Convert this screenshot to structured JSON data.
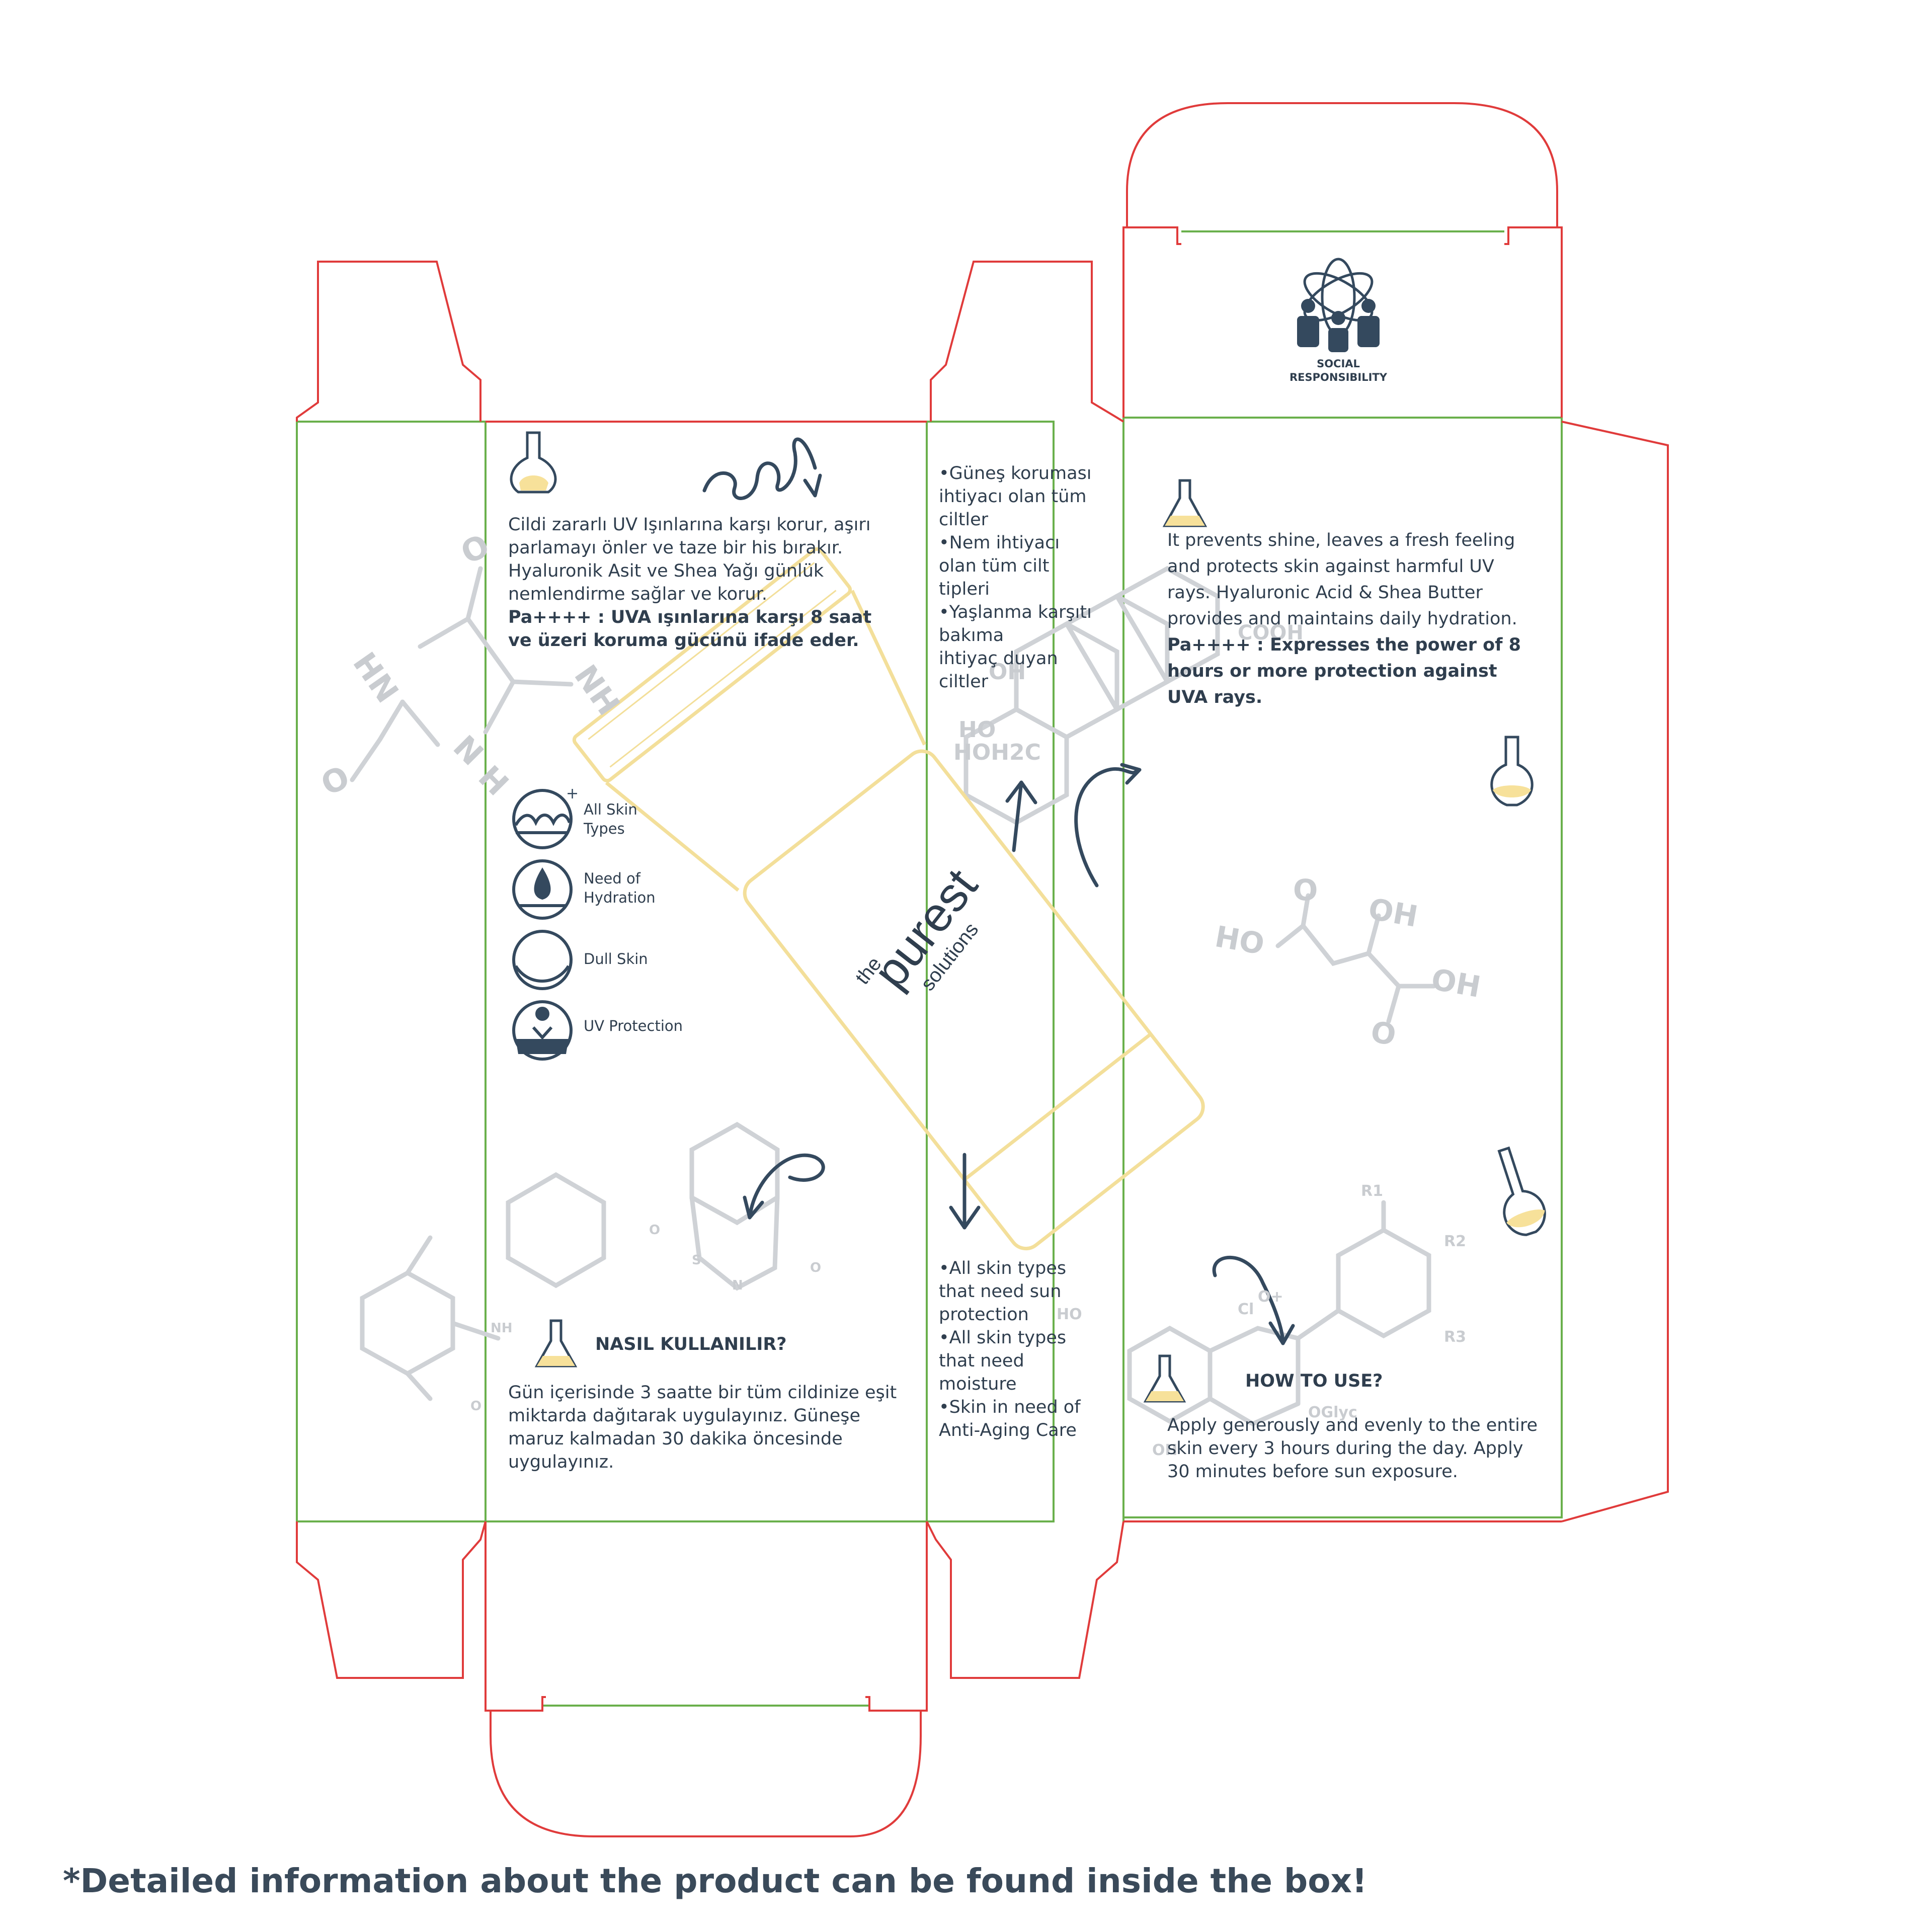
{
  "colors": {
    "cut_line": "#e03b3b",
    "fold_line": "#6ab04c",
    "ink": "#2f3e4e",
    "accent_yellow": "#f7e19a",
    "chem_gray": "#cfd2d6"
  },
  "left_panel": {
    "intro_tr": "Cildi zararlı UV Işınlarına karşı korur, aşırı parlamayı önler ve taze bir his bırakır. Hyaluronik Asit ve Shea Yağı günlük nemlendirme sağlar ve korur.",
    "pa_tr": "Pa++++ : UVA ışınlarına karşı 8 saat ve üzeri koruma gücünü ifade eder.",
    "features": [
      {
        "icon": "skin-layers-icon",
        "label_line1": "All Skin",
        "label_line2": "Types"
      },
      {
        "icon": "water-drop-icon",
        "label_line1": "Need of",
        "label_line2": "Hydration"
      },
      {
        "icon": "dull-skin-icon",
        "label_line1": "Dull Skin",
        "label_line2": ""
      },
      {
        "icon": "sun-protection-icon",
        "label_line1": "UV Protection",
        "label_line2": ""
      }
    ],
    "usage_heading_tr": "NASIL KULLANILIR?",
    "usage_text_tr": "Gün içerisinde 3 saatte bir tüm cildinize eşit miktarda dağıtarak uygulayınız. Güneşe maruz kalmadan 30 dakika öncesinde uygulayınız."
  },
  "side_panel": {
    "bullets_tr": [
      "•Güneş koruması",
      "ihtiyacı olan tüm",
      "ciltler",
      "•Nem ihtiyacı",
      "olan tüm cilt",
      "tipleri",
      "•Yaşlanma karşıtı",
      "bakıma",
      "ihtiyaç duyan",
      "ciltler"
    ],
    "bullets_en": [
      "•All skin types",
      "that need sun",
      "protection",
      "•All skin types",
      "that need",
      "moisture",
      "•Skin in need of",
      "Anti-Aging Care"
    ]
  },
  "brand": {
    "the": "the",
    "purest": "purest",
    "solutions": "solutions"
  },
  "right_panel": {
    "intro_en": "It prevents shine, leaves a fresh feeling and protects skin against harmful UV rays. Hyaluronic Acid & Shea Butter provides and maintains daily hydration.",
    "pa_en": "Pa++++ : Expresses the power of 8 hours or more protection against UVA rays.",
    "usage_heading_en": "HOW TO USE?",
    "usage_text_en": "Apply generously and evenly to the entire skin every 3 hours during the day. Apply 30 minutes before sun exposure."
  },
  "top_flap": {
    "social_line1": "SOCIAL",
    "social_line2": "RESPONSIBILITY"
  },
  "chemistry": {
    "left_molecule": [
      "O",
      "HN",
      "NH",
      "N",
      "H",
      "O"
    ],
    "side_molecule": [
      "COOH",
      "HO",
      "HOH2C",
      "OH"
    ],
    "right_molecule": [
      "O",
      "OH",
      "HO",
      "OH",
      "O"
    ],
    "bottom_labels": [
      "O",
      "S",
      "N",
      "O",
      "NH",
      "O",
      "HO",
      "R1",
      "R2",
      "R3",
      "O+",
      "Cl",
      "OGlyc",
      "OH"
    ]
  },
  "footer": {
    "note": "*Detailed information about the product can be found inside the box!"
  }
}
